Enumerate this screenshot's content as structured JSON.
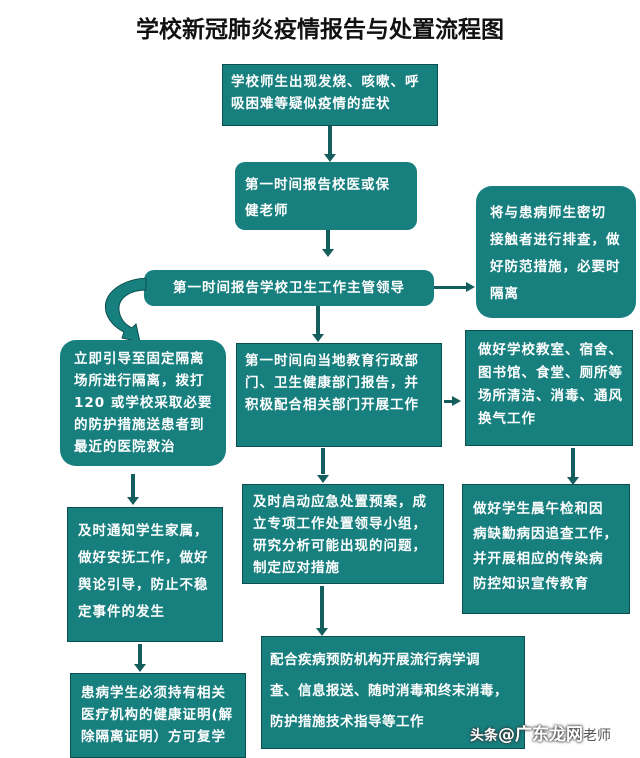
{
  "title": "学校新冠肺炎疫情报告与处置流程图",
  "colors": {
    "box_fill": "#187f7f",
    "box_border": "#0d4f4f",
    "arrow": "#145e5e",
    "text": "#ffffff",
    "title_text": "#111111"
  },
  "nodes": {
    "symptoms": "学校师生出现发烧、咳嗽、呼吸困难等疑似疫情的症状",
    "report_doctor": "第一时间报告校医或保健老师",
    "report_leader": "第一时间报告学校卫生工作主管领导",
    "close_contacts": "将与患病师生密切接触者进行排查，做好防范措施，必要时隔离",
    "isolate": "立即引导至固定隔离场所进行隔离，拨打120或学校采取必要的防护措施送患者到最近的医院救治",
    "report_authorities": "第一时间向当地教育行政部门、卫生健康部门报告，并积极配合相关部门开展工作",
    "disinfect": "做好学校教室、宿舍、图书馆、食堂、厕所等场所清洁、消毒、通风换气工作",
    "notify_family": "及时通知学生家属，做好安抚工作，做好舆论引导，防止不稳定事件的发生",
    "emergency_plan": "及时启动应急处置预案，成立专项工作处置领导小组，研究分析可能出现的问题，制定应对措施",
    "morning_check": "做好学生晨午检和因病缺勤病因追查工作，并开展相应的传染病防控知识宣传教育",
    "return_school": "患病学生必须持有相关医疗机构的健康证明（解除隔离证明）方可复学",
    "cdc_cooperate": "配合疾病预防机构开展流行病学调查、信息报送、随时消毒和终末消毒，防护措施技术指导等工作"
  },
  "lines": {
    "symptoms": [
      "学校师生出现发烧、咳嗽、呼",
      "吸困难等疑似疫情的症状"
    ],
    "report_doctor": [
      "第一时间报告校医或保",
      "健老师"
    ],
    "report_leader": [
      "第一时间报告学校卫生工作主管领导"
    ],
    "close_contacts": [
      "将与患病师生密切",
      "接触者进行排查，做",
      "好防范措施，必要时",
      "隔离"
    ],
    "isolate": [
      "立即引导至固定隔离",
      "场所进行隔离，拨打",
      "120 或学校采取必要",
      "的防护措施送患者到",
      "最近的医院救治"
    ],
    "report_authorities": [
      "第一时间向当地教育行政部",
      "门、卫生健康部门报告，并",
      "积极配合相关部门开展工作"
    ],
    "disinfect": [
      "做好学校教室、宿舍、",
      "图书馆、食堂、厕所等",
      "场所清洁、消毒、通风",
      "换气工作"
    ],
    "notify_family": [
      "及时通知学生家属，",
      "做好安抚工作，做好",
      "舆论引导，防止不稳",
      "定事件的发生"
    ],
    "emergency_plan": [
      "及时启动应急处置预案，成",
      "立专项工作处置领导小组，",
      "研究分析可能出现的问题，",
      "制定应对措施"
    ],
    "morning_check": [
      "做好学生晨午检和因",
      "病缺勤病因追查工作，",
      "并开展相应的传染病",
      "防控知识宣传教育"
    ],
    "return_school": [
      "患病学生必须持有相关",
      "医疗机构的健康证明(解",
      "除隔离证明）方可复学"
    ],
    "cdc_cooperate": [
      "配合疾病预防机构开展流行病学调",
      "查、信息报送、随时消毒和终末消毒，",
      "防护措施技术指导等工作"
    ]
  },
  "watermark": {
    "prefix": "头条",
    "brand": "@广东龙网",
    "suffix": "老师"
  }
}
